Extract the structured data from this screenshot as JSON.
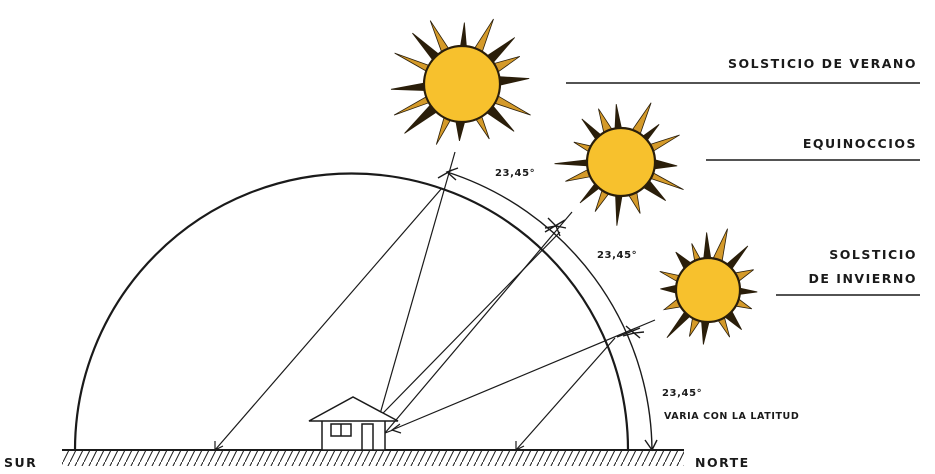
{
  "labels": {
    "summer": "SOLSTICIO DE VERANO",
    "equinox": "EQUINOCCIOS",
    "winter_line1": "SOLSTICIO",
    "winter_line2": "DE INVIERNO",
    "angle_1": "23,45°",
    "angle_2": "23,45°",
    "angle_3": "23,45°",
    "latitude_note": "VARIA CON LA LATITUD",
    "south": "SUR",
    "north": "NORTE"
  },
  "colors": {
    "sun_fill": "#f7c12d",
    "sun_stroke": "#2a1e0a",
    "ray_fill": "#d49a2a",
    "ink": "#1a1a1a"
  }
}
